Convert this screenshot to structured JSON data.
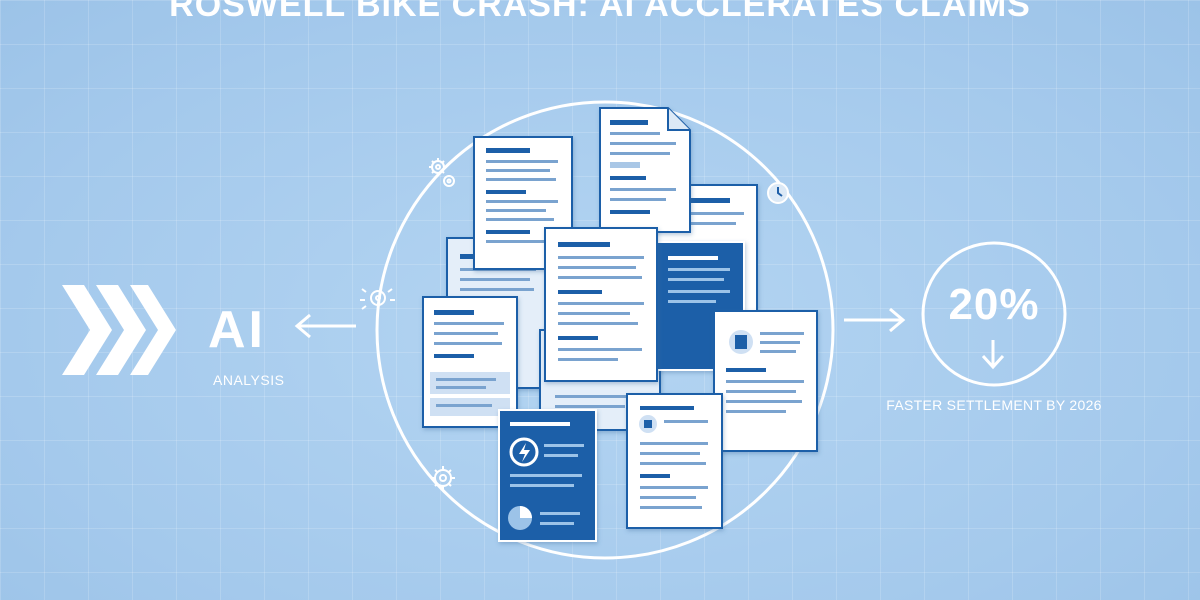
{
  "headline": "ROSWELL BIKE CRASH: AI ACCLERATES CLAIMS",
  "ai_block": {
    "label": "AI",
    "sublabel": "ANALYSIS"
  },
  "result_block": {
    "value": "20%",
    "caption": "FASTER SETTLEMENT BY 2026"
  },
  "icons": [
    "chevron-right-icon",
    "arrow-left-icon",
    "gears-icon",
    "robot-icon",
    "clock-icon",
    "arrow-right-icon",
    "down-arrow-icon",
    "lightning-icon",
    "pie-chart-icon"
  ],
  "colors": {
    "background": "#a9cdee",
    "accent": "#1f5fa8",
    "line": "#ffffff"
  }
}
